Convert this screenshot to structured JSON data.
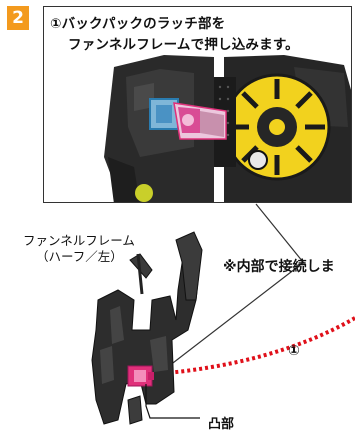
{
  "step": {
    "number": "2"
  },
  "instruction": {
    "line1": "①バックパックのラッチ部を",
    "line2": "ファンネルフレームで押し込みます。"
  },
  "part_label": {
    "line1": "ファンネルフレーム",
    "line2": "（ハーフ／左）"
  },
  "note": "※内部で接続しま",
  "arrow_label": "①",
  "convex_label": "凸部",
  "colors": {
    "badge": "#f39a1e",
    "highlight": "#e0307a",
    "arrow": "#e0101a",
    "plastic": "#2b2b2b",
    "yellow": "#f2d21e"
  }
}
